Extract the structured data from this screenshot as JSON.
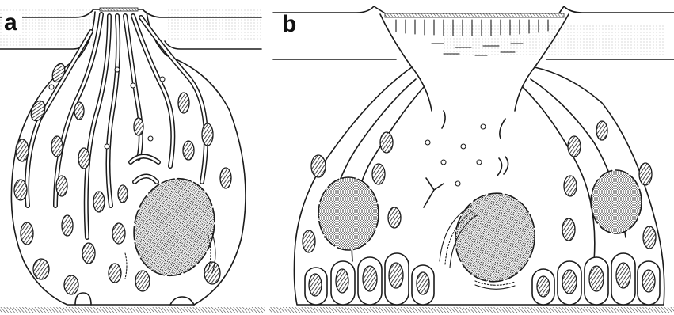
{
  "panels": [
    {
      "id": "a",
      "label": "a"
    },
    {
      "id": "b",
      "label": "b"
    }
  ],
  "colors": {
    "ink": "#1a1a1a",
    "paper": "#ffffff"
  }
}
